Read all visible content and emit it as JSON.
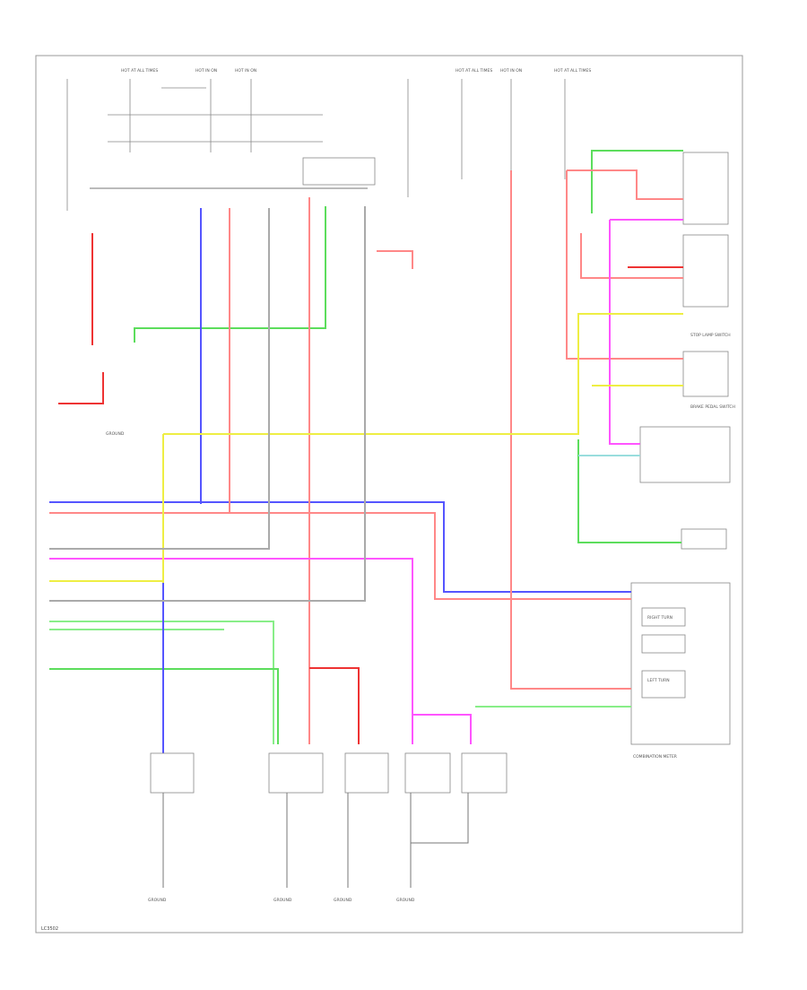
{
  "footer": {
    "code": "LC3502"
  },
  "colors": {
    "green": "#5cdd5c",
    "blue": "#5555ff",
    "pink": "#ff8888",
    "red": "#ee3333",
    "magenta": "#ff55ff",
    "yellow": "#eeee44",
    "lightgreen": "#88ee88",
    "cyan": "#99dddd",
    "gray": "#aaaaaa",
    "black": "#333333"
  },
  "labels": {
    "fuse_hot_run_1": "HOT AT ALL TIMES",
    "fuse_hot_run_2": "HOT IN ON",
    "fuse_hot_run_3": "HOT IN ON",
    "fuse_hot_run_4": "HOT AT ALL TIMES",
    "fuse_hot_run_5": "HOT IN ON",
    "fuse_hot_run_6": "HOT AT ALL TIMES",
    "stop_lamp_switch": "STOP LAMP SWITCH",
    "brake_pedal_switch": "BRAKE PEDAL SWITCH",
    "combination_meter": "COMBINATION METER",
    "ground_1": "GROUND",
    "ground_2": "GROUND",
    "ground_3": "GROUND",
    "ground_4": "GROUND",
    "ground_5": "GROUND",
    "turn_lamp_left": "LEFT TURN",
    "turn_lamp_right": "RIGHT TURN"
  }
}
